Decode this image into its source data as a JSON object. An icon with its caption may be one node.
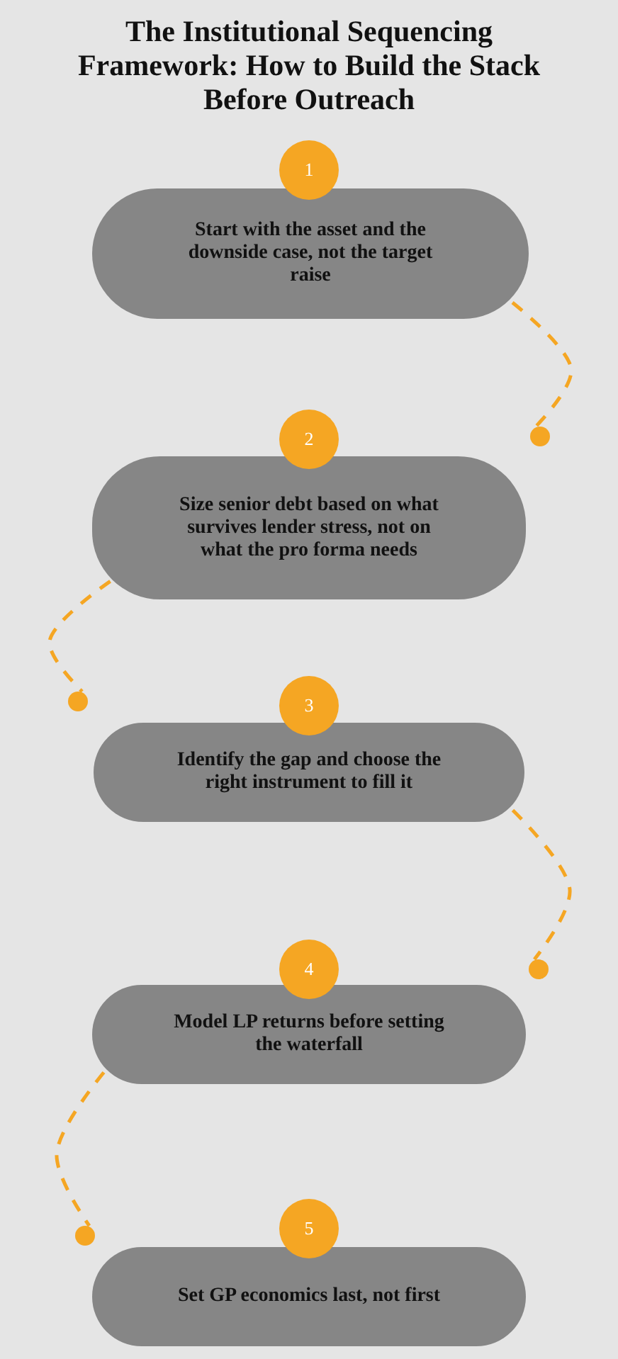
{
  "diagram": {
    "title": "The Institutional Sequencing Framework: How to Build the Stack Before Outreach",
    "nodes": [
      {
        "text": [
          "1"
        ]
      },
      {
        "text": [
          "Start with the asset and the downside case, not the target raise"
        ]
      },
      {
        "text": [],
        "shape": "circle"
      },
      {
        "text": [
          "2"
        ]
      },
      {
        "text": [
          "Size senior debt based on what survives lender stress, not on what the pro forma needs"
        ]
      },
      {
        "text": [],
        "shape": "circle"
      },
      {
        "text": [
          "3"
        ]
      },
      {
        "text": [
          "Identify the gap and choose the right instrument to fill it"
        ]
      },
      {
        "text": [],
        "shape": "circle"
      },
      {
        "text": [
          "4"
        ]
      },
      {
        "text": [
          "Model LP returns before setting the waterfall"
        ]
      },
      {
        "text": [],
        "shape": "circle"
      },
      {
        "text": [
          "5"
        ]
      },
      {
        "text": [
          "Set GP economics last, not first"
        ]
      }
    ],
    "edges": [
      {
        "from": 1,
        "to": 2,
        "arrow": "none",
        "style": "dashed"
      },
      {
        "from": 4,
        "to": 5,
        "arrow": "none",
        "style": "dashed"
      },
      {
        "from": 7,
        "to": 8,
        "arrow": "none",
        "style": "dashed"
      },
      {
        "from": 10,
        "to": 11,
        "arrow": "none",
        "style": "dashed"
      }
    ]
  }
}
